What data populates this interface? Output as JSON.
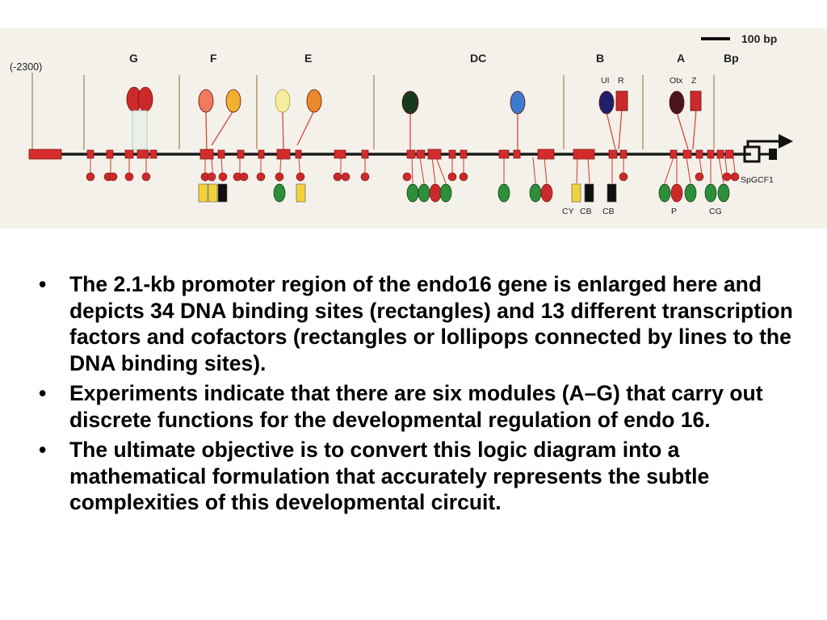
{
  "diagram": {
    "coordinate_label": "(-2300)",
    "scale_label": "100 bp",
    "module_labels": [
      "G",
      "F",
      "E",
      "DC",
      "B",
      "A",
      "Bp"
    ],
    "factor_labels": {
      "ui": "UI",
      "r": "R",
      "otx": "Otx",
      "z": "Z",
      "cy": "CY",
      "cb1": "CB",
      "cb2": "CB",
      "p": "P",
      "cg": "CG",
      "spgcf1": "SpGCF1"
    },
    "colors": {
      "background": "#f3f1ea",
      "dna": "#1a1a1a",
      "site": "#d42c2c",
      "red_factor": "#cc2a2a",
      "salmon": "#f07a5c",
      "orange": "#e88a2a",
      "gold": "#f0b030",
      "pale_yellow": "#f6eca0",
      "dark_green": "#173a1c",
      "green": "#2e8f3a",
      "blue": "#3d7ad0",
      "navy": "#20206a",
      "maroon": "#4a1420",
      "yellow_box": "#f2d23a",
      "black_box": "#101010"
    }
  },
  "bullets": [
    {
      "marker": "•",
      "text": "The 2.1-kb promoter region of the endo16 gene is enlarged here and depicts 34 DNA binding sites (rectangles) and 13 different transcription factors and cofactors (rectangles or lollipops connected by lines to the DNA binding sites)."
    },
    {
      "marker": "•",
      "text": "Experiments indicate that there are six modules (A–G) that carry out discrete functions for the developmental regulation of endo 16."
    },
    {
      "marker": "•",
      "text": "The ultimate objective is to convert this logic diagram into a mathematical formulation that accurately represents the subtle complexities of this developmental circuit."
    }
  ]
}
